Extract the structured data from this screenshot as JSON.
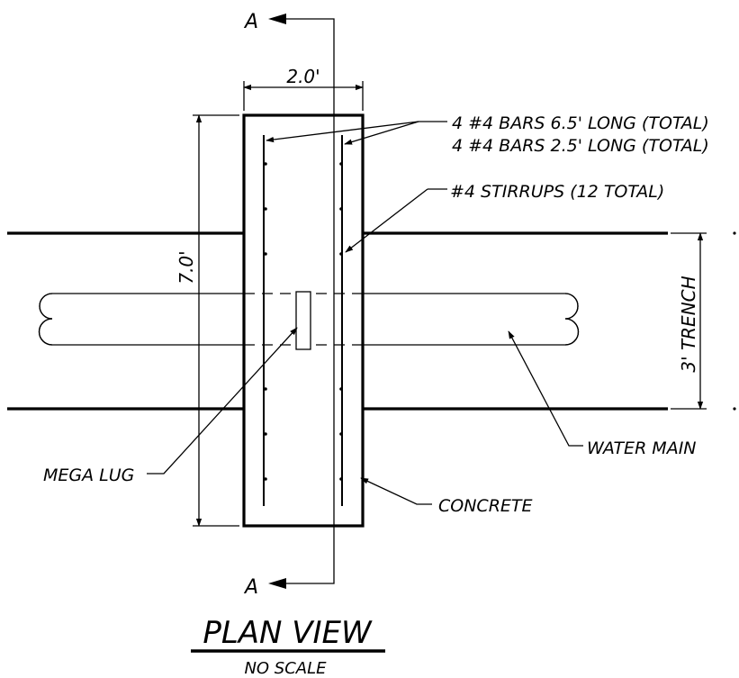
{
  "section_marks": {
    "top": "A",
    "bottom": "A"
  },
  "dimensions": {
    "width": "2.0'",
    "length": "7.0'",
    "trench": "3' TRENCH"
  },
  "callouts": {
    "bars_line1": "4 #4 BARS 6.5' LONG (TOTAL)",
    "bars_line2": "4 #4 BARS 2.5' LONG (TOTAL)",
    "stirrups": "#4 STIRRUPS (12 TOTAL)",
    "mega_lug": "MEGA LUG",
    "water_main": "WATER MAIN",
    "concrete": "CONCRETE"
  },
  "title": {
    "main": "PLAN VIEW",
    "sub": "NO SCALE"
  }
}
